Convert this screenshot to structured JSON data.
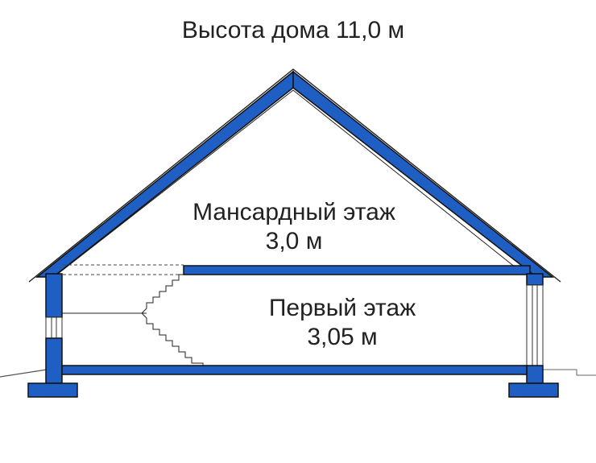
{
  "title": "Высота дома 11,0 м",
  "floors": {
    "attic": {
      "name": "Мансардный этаж",
      "height": "3,0 м"
    },
    "first": {
      "name": "Первый этаж",
      "height": "3,05 м"
    }
  },
  "colors": {
    "structure_fill": "#1f5fc4",
    "outline": "#101010",
    "background": "#ffffff"
  }
}
